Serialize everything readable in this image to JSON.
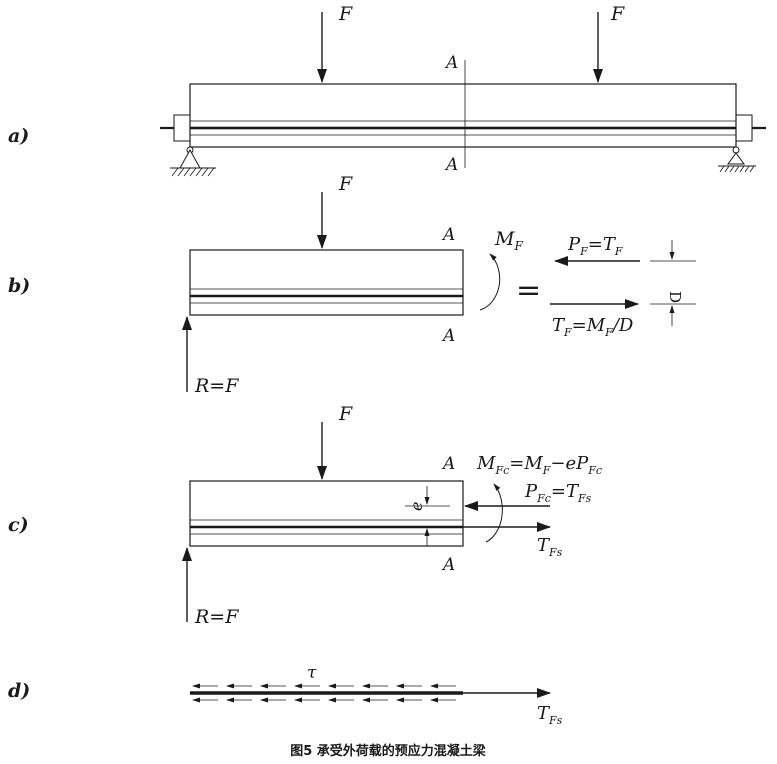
{
  "panel_labels": {
    "a": "a)",
    "b": "b)",
    "c": "c)",
    "d": "d)"
  },
  "force": "F",
  "section": "A",
  "reaction": "R=F",
  "panel_b": {
    "moment": {
      "base": "M",
      "sub": "F"
    },
    "equals": "=",
    "compression": {
      "p1": "P",
      "s1": "F",
      "p2": "=T",
      "s2": "F"
    },
    "tension": {
      "p1": "T",
      "s1": "F",
      "p2": "=M",
      "s2": "F",
      "p3": "/D"
    },
    "lever_arm": "D"
  },
  "panel_c": {
    "moment": {
      "p1": "M",
      "s1": "Fc",
      "p2": "=M",
      "s2": "F",
      "p3": "−eP",
      "s3": "Fc"
    },
    "compression": {
      "p1": "P",
      "s1": "Fc",
      "p2": "=T",
      "s2": "Fs"
    },
    "eccentricity": "e",
    "tension": {
      "p1": "T",
      "s1": "Fs"
    }
  },
  "panel_d": {
    "bond_stress": "τ",
    "tension": {
      "p1": "T",
      "s1": "Fs"
    }
  },
  "caption": "图5 承受外荷载的预应力混凝土梁"
}
